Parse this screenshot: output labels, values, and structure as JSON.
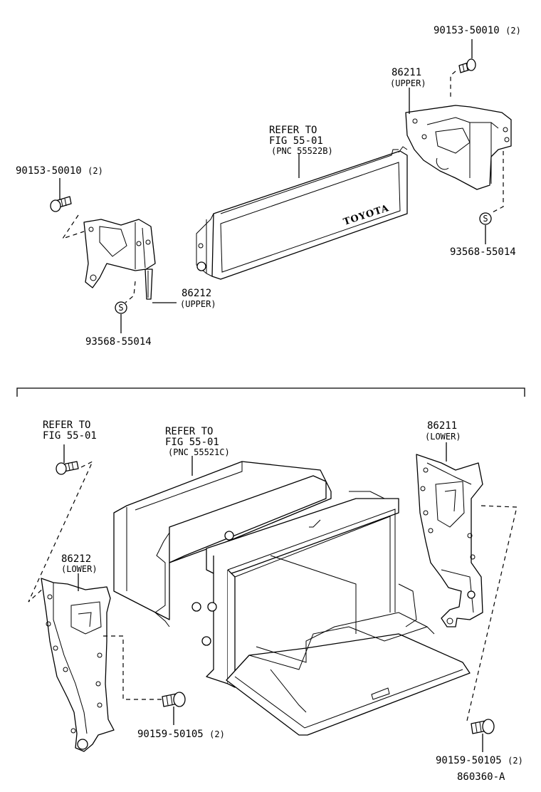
{
  "upper_section": {
    "bolt_left": {
      "part_no": "90153-50010",
      "qty": "(2)"
    },
    "bolt_right": {
      "part_no": "90153-50010",
      "qty": "(2)"
    },
    "bracket_right": {
      "part_no": "86211",
      "position": "(UPPER)"
    },
    "bracket_left": {
      "part_no": "86212",
      "position": "(UPPER)"
    },
    "nut_left": {
      "part_no": "93568-55014",
      "symbol": "S"
    },
    "nut_right": {
      "part_no": "93568-55014",
      "symbol": "S"
    },
    "panel_ref": {
      "line1": "REFER TO",
      "line2": "FIG 55-01",
      "line3": "(PNC 55522B)"
    },
    "panel_logo": "TOYOTA"
  },
  "lower_section": {
    "bolt_ref": {
      "line1": "REFER TO",
      "line2": "FIG 55-01"
    },
    "box_ref": {
      "line1": "REFER TO",
      "line2": "FIG 55-01",
      "line3": "(PNC 55521C)"
    },
    "bracket_right": {
      "part_no": "86211",
      "position": "(LOWER)"
    },
    "bracket_left": {
      "part_no": "86212",
      "position": "(LOWER)"
    },
    "screw_left": {
      "part_no": "90159-50105",
      "qty": "(2)"
    },
    "screw_right": {
      "part_no": "90159-50105",
      "qty": "(2)"
    }
  },
  "figure_code": "860360-A"
}
